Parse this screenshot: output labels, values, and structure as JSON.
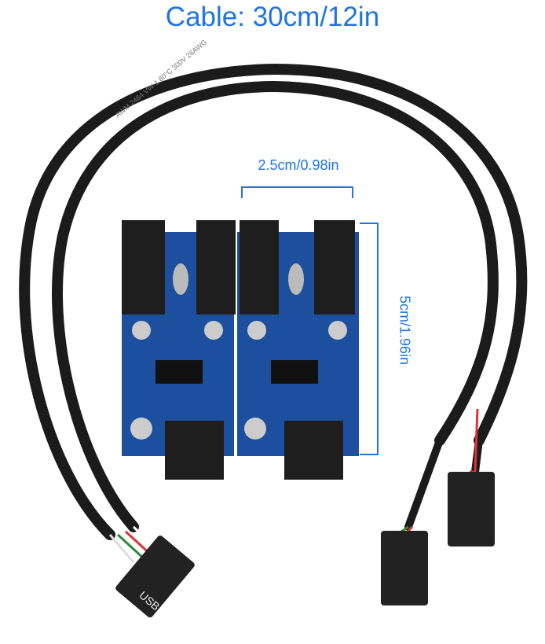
{
  "title": "Cable: 30cm/12in",
  "width_label": "2.5cm/0.98in",
  "height_label": "5cm/1.96in",
  "connector_label": "USB",
  "cable_print": "AWM 2464 VW-1 80°C 300V 26AWG",
  "colors": {
    "accent": "#1f74e0",
    "pcb": "#1c4f9e",
    "cable": "#1a1a1a"
  }
}
